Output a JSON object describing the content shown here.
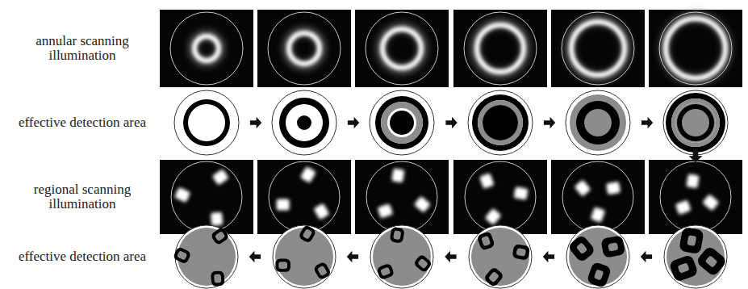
{
  "diagram": {
    "labels": [
      "annular scanning illumination",
      "effective detection area",
      "regional scanning illumination",
      "effective detection area"
    ]
  }
}
